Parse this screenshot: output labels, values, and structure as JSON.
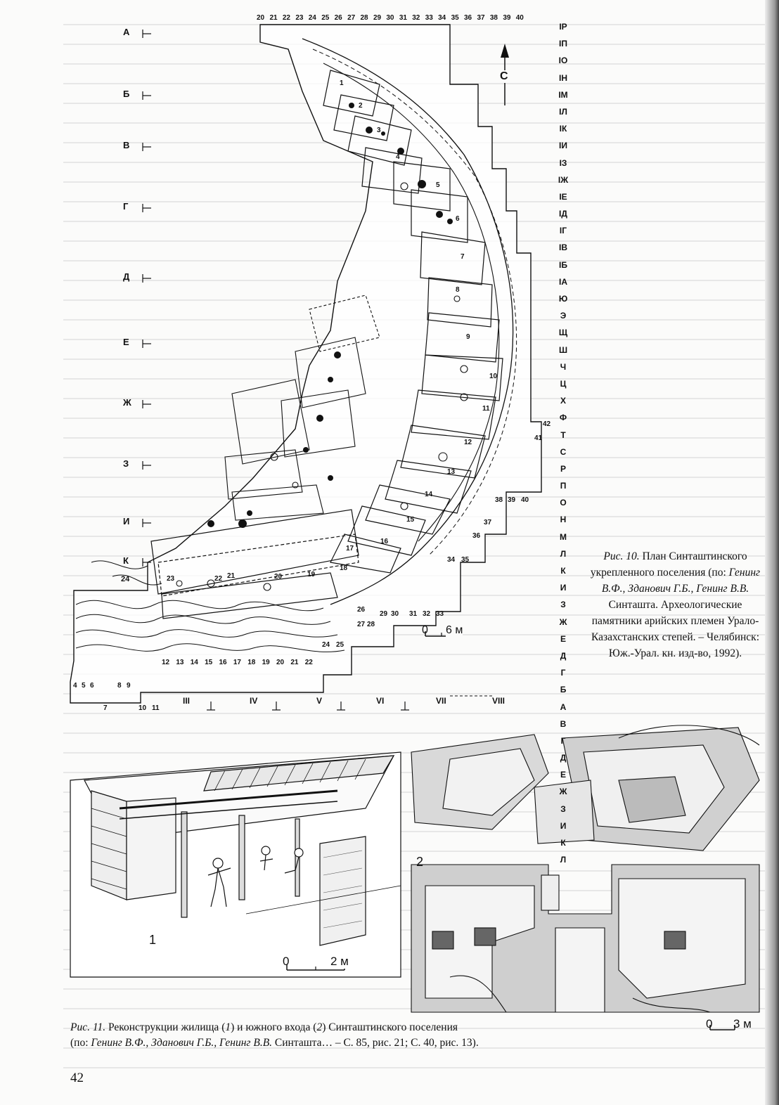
{
  "page_number": "42",
  "plan": {
    "left_letters": [
      "А",
      "Б",
      "В",
      "Г",
      "Д",
      "Е",
      "Ж",
      "З",
      "И",
      "К"
    ],
    "top_numbers": [
      "20",
      "21",
      "22",
      "23",
      "24",
      "25",
      "26",
      "27",
      "28",
      "29",
      "30",
      "31",
      "32",
      "33",
      "34",
      "35",
      "36",
      "37",
      "38",
      "39",
      "40"
    ],
    "bottom_numbers": [
      "12",
      "13",
      "14",
      "15",
      "16",
      "17",
      "18",
      "19",
      "20",
      "21",
      "22"
    ],
    "bottom_left_numbers": [
      "4",
      "5",
      "6",
      "7",
      "8",
      "9",
      "10",
      "11"
    ],
    "roman_markers": [
      "III",
      "IV",
      "V",
      "VI",
      "VII",
      "VIII"
    ],
    "right_column": [
      "ІР",
      "ІП",
      "ІО",
      "ІН",
      "ІМ",
      "ІЛ",
      "ІК",
      "ІИ",
      "ІЗ",
      "ІЖ",
      "ІЕ",
      "ІД",
      "ІГ",
      "ІВ",
      "ІБ",
      "ІА",
      "Ю",
      "Э",
      "Щ",
      "Ш",
      "Ч",
      "Ц",
      "Х",
      "Ф",
      "Т",
      "С",
      "Р",
      "П",
      "О",
      "Н",
      "М",
      "Л",
      "К",
      "И",
      "З",
      "Ж",
      "Е",
      "Д",
      "Г",
      "Б",
      "А",
      "В",
      "Г",
      "Д",
      "Е",
      "Ж",
      "З",
      "И",
      "К",
      "Л"
    ],
    "house_numbers": [
      "1",
      "2",
      "3",
      "4",
      "5",
      "6",
      "7",
      "8",
      "9",
      "10",
      "11",
      "12",
      "13",
      "14",
      "15",
      "16",
      "17",
      "18",
      "19",
      "20",
      "21",
      "22",
      "23",
      "24"
    ],
    "outer_numbers": [
      "41",
      "42",
      "38",
      "39",
      "40",
      "37",
      "36",
      "34",
      "35",
      "26",
      "27",
      "28",
      "29",
      "30",
      "31",
      "32",
      "33",
      "24",
      "25"
    ],
    "north_label": "С",
    "scale_start": "0",
    "scale_end": "6 м"
  },
  "figure10_caption": {
    "label": "Рис. 10.",
    "title": "План Синташтинского укрепленного поселения",
    "source_prefix": "(по: ",
    "authors": "Генинг В.Ф., Зданович Г.Б., Генинг В.В.",
    "work": " Синташта. Археологические памятники арийских племен Урало-Казахстанских степей. – Челябинск: Юж.-Урал. кн. изд-во, 1992)."
  },
  "figure11": {
    "panel1_label": "1",
    "panel2_label": "2",
    "scale1_start": "0",
    "scale1_end": "2 м",
    "scale2_start": "0",
    "scale2_end": "3 м"
  },
  "figure11_caption": {
    "label": "Рис. 11.",
    "text1": " Реконструкции жилища (",
    "n1": "1",
    "text2": ") и южного входа (",
    "n2": "2",
    "text3": ") Синташтинского поселения",
    "line2_prefix": "(по: ",
    "authors": "Генинг В.Ф., Зданович Г.Б., Генинг В.В.",
    "line2_rest": " Синташта… – С. 85, рис. 21; С. 40, рис. 13)."
  }
}
